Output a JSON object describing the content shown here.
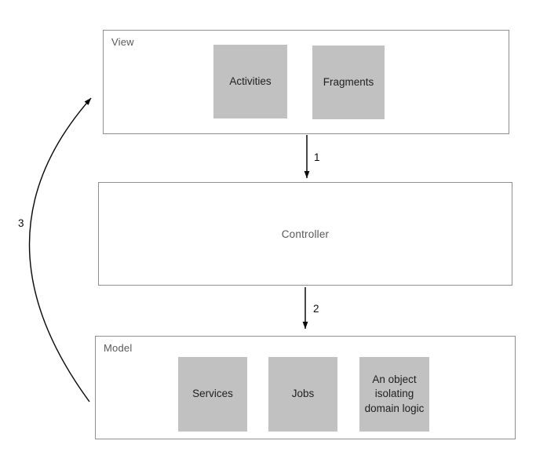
{
  "view": {
    "title": "View",
    "items": [
      {
        "label": "Activities"
      },
      {
        "label": "Fragments"
      }
    ]
  },
  "controller": {
    "title": "Controller"
  },
  "model": {
    "title": "Model",
    "items": [
      {
        "label": "Services"
      },
      {
        "label": "Jobs"
      },
      {
        "label": "An object isolating domain logic"
      }
    ]
  },
  "arrows": {
    "view_to_controller": "1",
    "controller_to_model": "2",
    "model_to_view": "3"
  },
  "colors": {
    "node_fill": "#c1c1c1",
    "frame_border": "#8f8f8f",
    "frame_label": "#58585a",
    "node_text": "#1f1f1f",
    "arrow": "#0a0a0a",
    "background": "#ffffff"
  }
}
